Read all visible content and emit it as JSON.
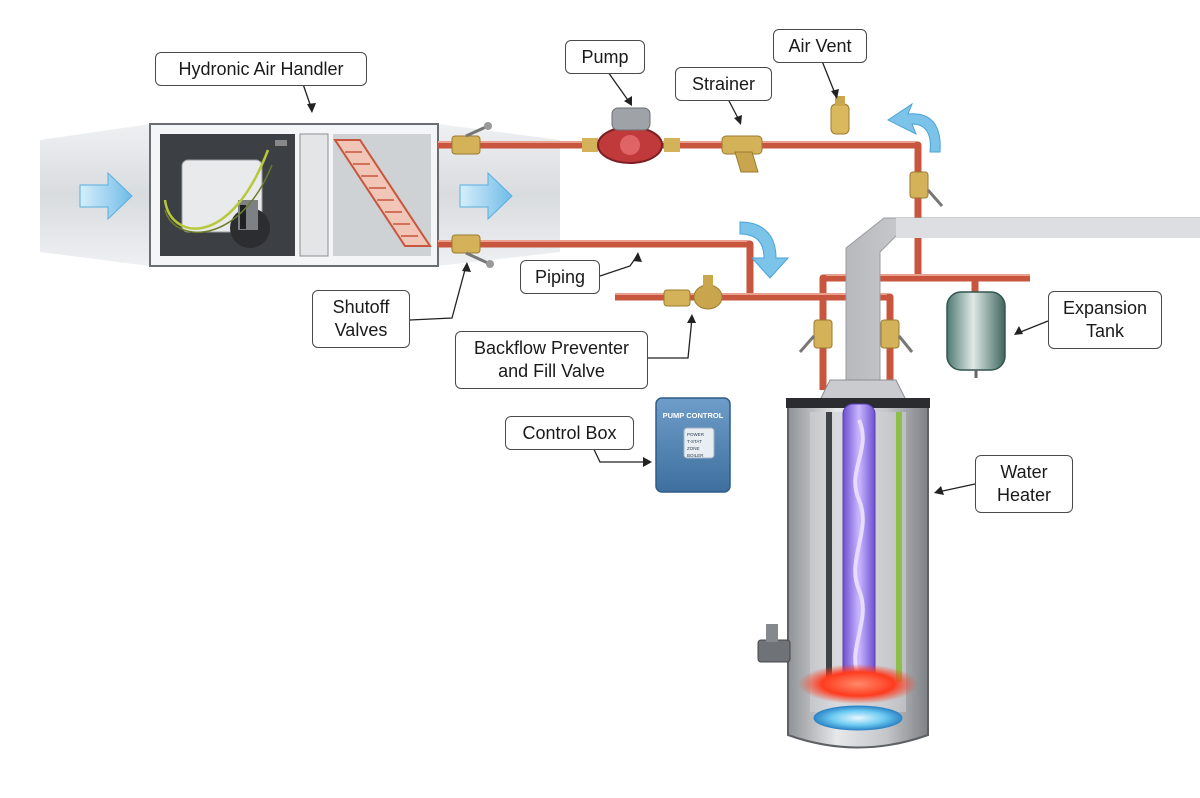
{
  "labels": {
    "air_handler": "Hydronic Air Handler",
    "pump": "Pump",
    "strainer": "Strainer",
    "air_vent": "Air Vent",
    "piping": "Piping",
    "shutoff_line1": "Shutoff",
    "shutoff_line2": "Valves",
    "backflow_line1": "Backflow Preventer",
    "backflow_line2": "and Fill Valve",
    "control_box": "Control Box",
    "expansion_line1": "Expansion",
    "expansion_line2": "Tank",
    "water_heater_line1": "Water",
    "water_heater_line2": "Heater"
  },
  "control_panel": {
    "title": "PUMP CONTROL",
    "indicators": [
      "POWER",
      "T-STAT",
      "ZONE",
      "BOILER"
    ]
  },
  "colors": {
    "pipe": "#c8553d",
    "duct": "#d9dcdf",
    "airflow_arrow": "#7cc3ea",
    "flame": "#7a5cd6",
    "burner_glow": "#ff3b1f"
  },
  "icons": {
    "airflow": "right-arrow-icon",
    "flow_direction": "curved-arrow-icon"
  }
}
